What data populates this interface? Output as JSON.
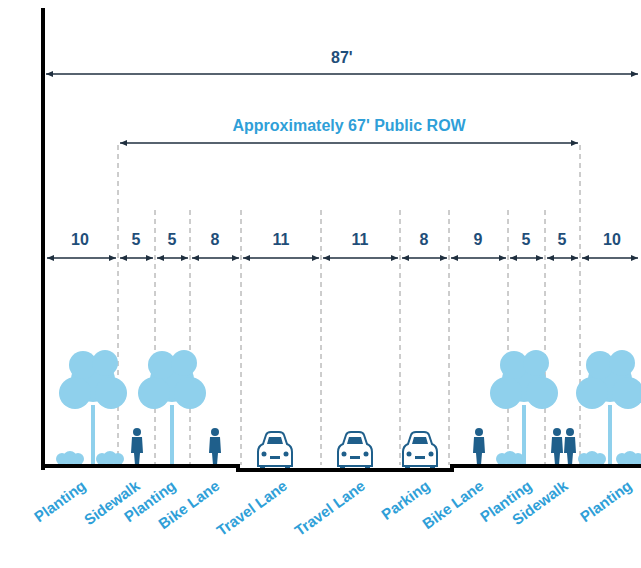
{
  "diagram": {
    "labels": [
      "87'",
      "Approximately 67' Public ROW",
      "10",
      "5",
      "5",
      "8",
      "11",
      "11",
      "8",
      "9",
      "5",
      "5",
      "10",
      "Planting",
      "Sidewalk",
      "Planting",
      "Bike Lane",
      "Travel Lane",
      "Travel Lane",
      "Parking",
      "Bike Lane",
      "Planting",
      "Sidewalk",
      "Planting"
    ]
  }
}
